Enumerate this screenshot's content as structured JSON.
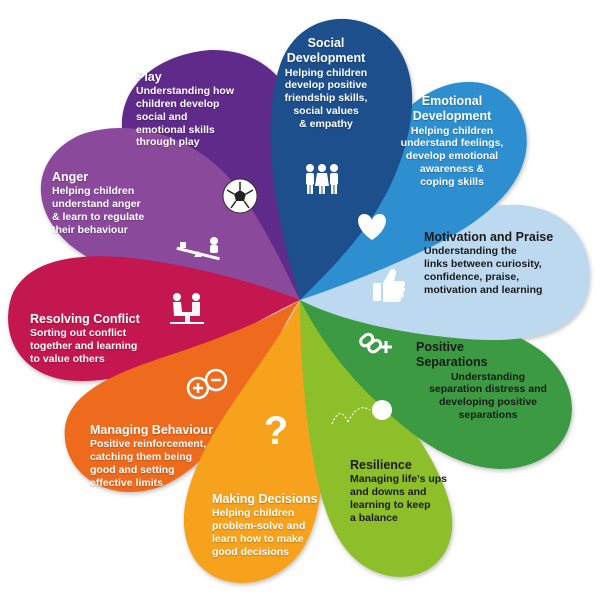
{
  "colors": {
    "social": "#1b4f8c",
    "emotional": "#2f8fd0",
    "motivation": "#bcd9ef",
    "separations": "#3a9a42",
    "resilience": "#8cbf2a",
    "decisions": "#f6a21c",
    "behaviour": "#ee6a1d",
    "conflict": "#c4124f",
    "anger": "#8b4a9c",
    "play": "#5e2a8a"
  },
  "petals": [
    {
      "key": "social",
      "title": "Social\nDevelopment",
      "desc": "Helping children\ndevelop positive\nfriendship skills,\nsocial values\n& empathy",
      "icon": "children-group-icon"
    },
    {
      "key": "emotional",
      "title": "Emotional\nDevelopment",
      "desc": "Helping children\nunderstand feelings,\ndevelop emotional\nawareness &\ncoping skills",
      "icon": "heart-icon"
    },
    {
      "key": "motivation",
      "title": "Motivation and Praise",
      "desc": "Understanding the\nlinks between curiosity,\nconfidence, praise,\nmotivation and learning",
      "icon": "thumbs-up-icon"
    },
    {
      "key": "separations",
      "title": "Positive\nSeparations",
      "desc": "Understanding\nseparation distress and\ndeveloping positive\nseparations",
      "icon": "chain-link-plus-icon"
    },
    {
      "key": "resilience",
      "title": "Resilience",
      "desc": "Managing life's ups\nand downs and\nlearning to keep\na balance",
      "icon": "bouncing-ball-icon"
    },
    {
      "key": "decisions",
      "title": "Making Decisions",
      "desc": "Helping children\nproblem-solve and\nlearn how to make\ngood decisions",
      "icon": "question-mark-icon"
    },
    {
      "key": "behaviour",
      "title": "Managing Behaviour",
      "desc": "Positive reinforcement,\ncatching them being\ngood and setting\neffective limits",
      "icon": "plus-minus-icon"
    },
    {
      "key": "conflict",
      "title": "Resolving Conflict",
      "desc": "Sorting out conflict\ntogether and learning\nto value others",
      "icon": "two-people-sitting-icon"
    },
    {
      "key": "anger",
      "title": "Anger",
      "desc": "Helping children\nunderstand anger\n& learn to regulate\ntheir behaviour",
      "icon": "seesaw-icon"
    },
    {
      "key": "play",
      "title": "Play",
      "desc": "Understanding how\nchildren develop\nsocial and\nemotional skills\nthrough play",
      "icon": "soccer-ball-icon"
    }
  ]
}
